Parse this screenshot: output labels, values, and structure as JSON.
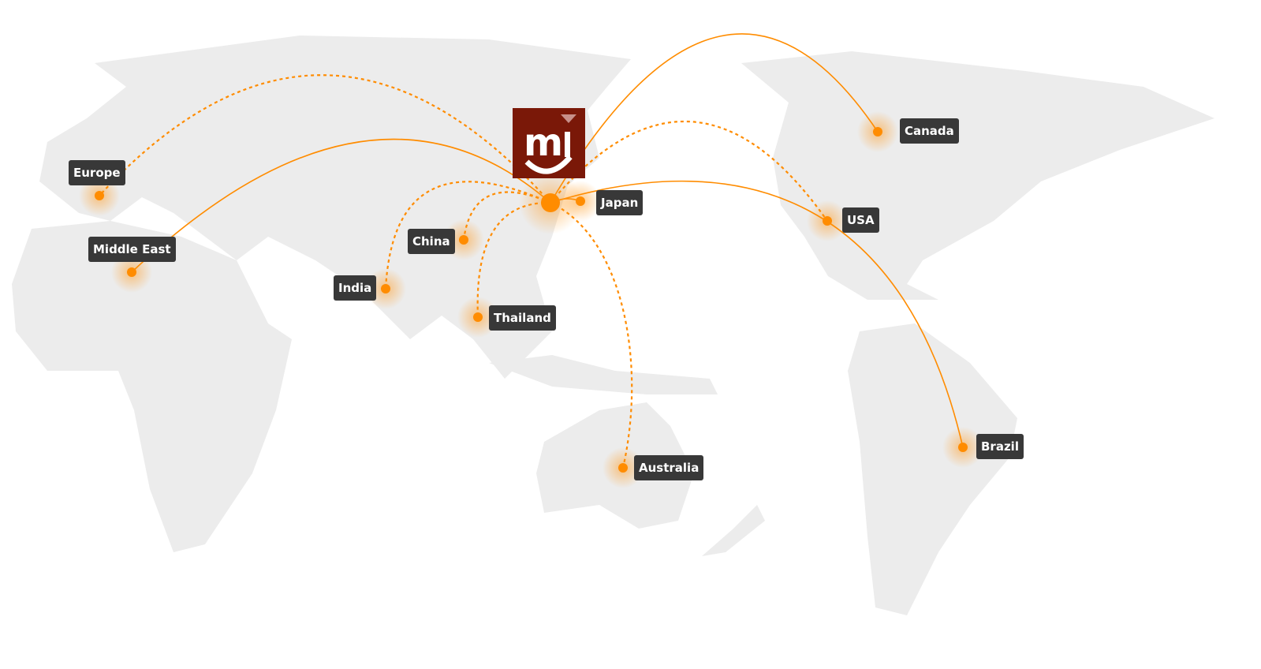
{
  "brand": {
    "logo_text": "mj",
    "color": "#7a1808"
  },
  "colors": {
    "route": "#ff8c00",
    "land": "#ececec",
    "label_bg": "#383838"
  },
  "hub": "Japan",
  "destinations": [
    {
      "name": "Europe",
      "line": "dashed"
    },
    {
      "name": "Middle East",
      "line": "solid"
    },
    {
      "name": "China",
      "line": "dashed"
    },
    {
      "name": "India",
      "line": "dashed"
    },
    {
      "name": "Thailand",
      "line": "dashed"
    },
    {
      "name": "Japan",
      "line": "solid"
    },
    {
      "name": "Australia",
      "line": "dashed"
    },
    {
      "name": "USA",
      "line": "dashed"
    },
    {
      "name": "Canada",
      "line": "solid"
    },
    {
      "name": "Brazil",
      "line": "solid"
    }
  ]
}
